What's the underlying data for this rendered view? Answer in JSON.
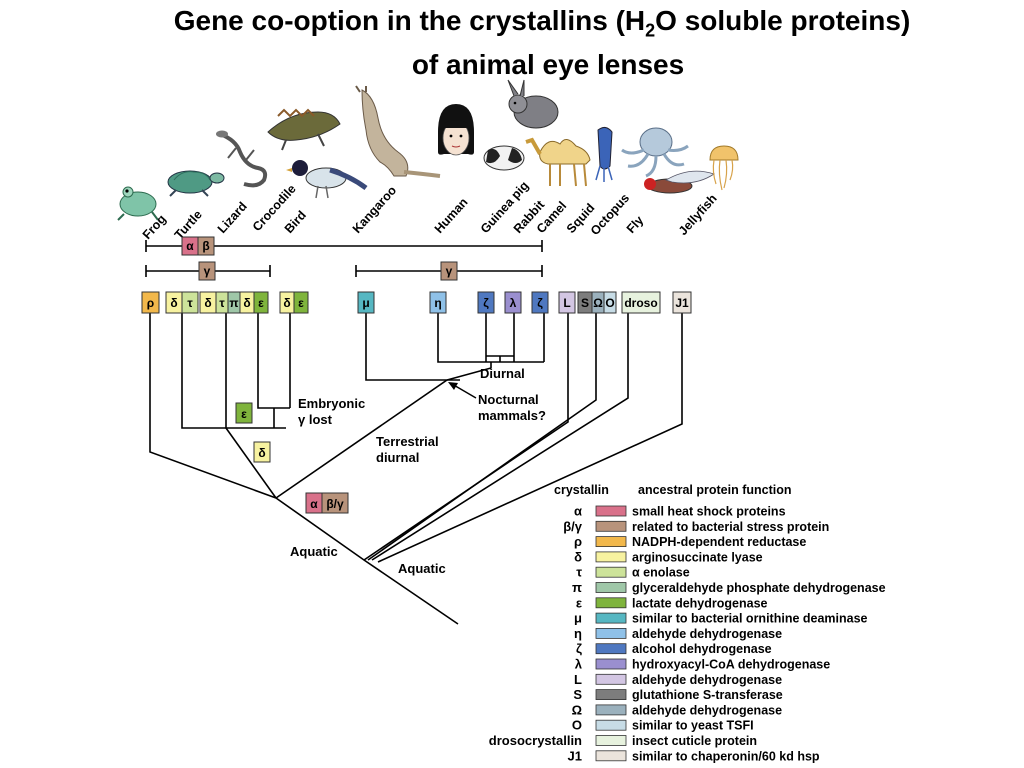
{
  "title": {
    "line1_a": "Gene co-option in the crystallins (H",
    "line1_sub": "2",
    "line1_b": "O soluble proteins)",
    "line2": "of animal eye lenses"
  },
  "species": [
    "Frog",
    "Turtle",
    "Lizard",
    "Crocodile",
    "Bird",
    "Kangaroo",
    "Human",
    "Guinea pig",
    "Rabbit",
    "Camel",
    "Squid",
    "Octopus",
    "Fly",
    "Jellyfish"
  ],
  "ranges": {
    "alpha_beta": [
      "α",
      "β"
    ],
    "gamma_left": "γ",
    "gamma_right": "γ"
  },
  "tip_boxes": [
    "ρ",
    "δ",
    "τ",
    "δ",
    "τ",
    "π",
    "δ",
    "ε",
    "δ",
    "ε",
    "μ",
    "η",
    "ζ",
    "λ",
    "ζ",
    "L",
    "S",
    "Ω",
    "O",
    "droso",
    "J1"
  ],
  "node_boxes": {
    "epsilon": "ε",
    "delta": "δ",
    "alpha": "α",
    "beta_gamma": "β/γ"
  },
  "annotations": {
    "embryonic_1": "Embryonic",
    "embryonic_2": "γ lost",
    "terrestrial_1": "Terrestrial",
    "terrestrial_2": "diurnal",
    "diurnal": "Diurnal",
    "nocturnal_1": "Nocturnal",
    "nocturnal_2": "mammals?",
    "aquatic_left": "Aquatic",
    "aquatic_right": "Aquatic"
  },
  "legend": {
    "col_crystallin": "crystallin",
    "col_function": "ancestral protein function",
    "rows": [
      {
        "symbol": "α",
        "function": "small heat shock proteins",
        "color": "#d9718a"
      },
      {
        "symbol": "β/γ",
        "function": "related to bacterial stress protein",
        "color": "#b8937b"
      },
      {
        "symbol": "ρ",
        "function": "NADPH-dependent reductase",
        "color": "#f2b84b"
      },
      {
        "symbol": "δ",
        "function": "arginosuccinate lyase",
        "color": "#f7f2a0"
      },
      {
        "symbol": "τ",
        "function": "α enolase",
        "color": "#cde39a"
      },
      {
        "symbol": "π",
        "function": "glyceraldehyde phosphate dehydrogenase",
        "color": "#9fc7a8"
      },
      {
        "symbol": "ε",
        "function": "lactate dehydrogenase",
        "color": "#7fb43c"
      },
      {
        "symbol": "μ",
        "function": "similar to bacterial ornithine deaminase",
        "color": "#56b7c2"
      },
      {
        "symbol": "η",
        "function": "aldehyde dehydrogenase",
        "color": "#8fc1e8"
      },
      {
        "symbol": "ζ",
        "function": "alcohol dehydrogenase",
        "color": "#4f78c0"
      },
      {
        "symbol": "λ",
        "function": "hydroxyacyl-CoA dehydrogenase",
        "color": "#9a8fcf"
      },
      {
        "symbol": "L",
        "function": "aldehyde dehydrogenase",
        "color": "#d3c6e3"
      },
      {
        "symbol": "S",
        "function": "glutathione S-transferase",
        "color": "#7d7d7d"
      },
      {
        "symbol": "Ω",
        "function": "aldehyde dehydrogenase",
        "color": "#9bb1bd"
      },
      {
        "symbol": "O",
        "function": "similar to yeast TSFI",
        "color": "#c7dce6"
      },
      {
        "symbol": "drosocrystallin",
        "function": "insect cuticle protein",
        "color": "#e7f2de"
      },
      {
        "symbol": "J1",
        "function": "similar to chaperonin/60 kd hsp",
        "color": "#ebe4dc"
      }
    ]
  }
}
